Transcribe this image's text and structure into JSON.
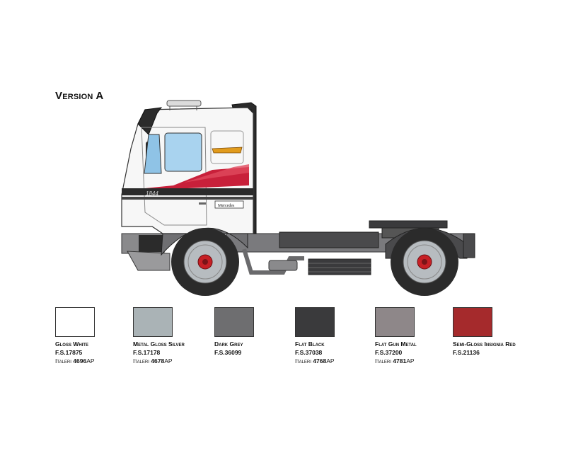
{
  "version_label": "Version A",
  "truck": {
    "cab_number": "1844",
    "door_badge": "Mercedes"
  },
  "colors": {
    "cab_white": "#f7f7f7",
    "stripe_red": "#c8203a",
    "chassis_grey": "#6f6f72",
    "black": "#2b2b2b",
    "wheel_silver": "#b7bcc0",
    "hub_red": "#c62026"
  },
  "swatches": [
    {
      "name": "Gloss White",
      "fs": "F.S.17875",
      "brand": "Italeri",
      "code_num": "4696",
      "code_suffix": "AP",
      "color": "#ffffff"
    },
    {
      "name": "Metal Gloss Silver",
      "fs": "F.S.17178",
      "brand": "Italeri",
      "code_num": "4678",
      "code_suffix": "AP",
      "color": "#aab3b6"
    },
    {
      "name": "Dark Grey",
      "fs": "F.S.36099",
      "brand": "",
      "code_num": "",
      "code_suffix": "",
      "color": "#6e6e70"
    },
    {
      "name": "Flat Black",
      "fs": "F.S.37038",
      "brand": "Italeri",
      "code_num": "4768",
      "code_suffix": "AP",
      "color": "#3a3a3c"
    },
    {
      "name": "Flat Gun Metal",
      "fs": "F.S.37200",
      "brand": "Italeri",
      "code_num": "4781",
      "code_suffix": "AP",
      "color": "#8e8789"
    },
    {
      "name": "Semi-Gloss Insignia Red",
      "fs": "F.S.21136",
      "brand": "",
      "code_num": "",
      "code_suffix": "",
      "color": "#a52a2c"
    }
  ]
}
